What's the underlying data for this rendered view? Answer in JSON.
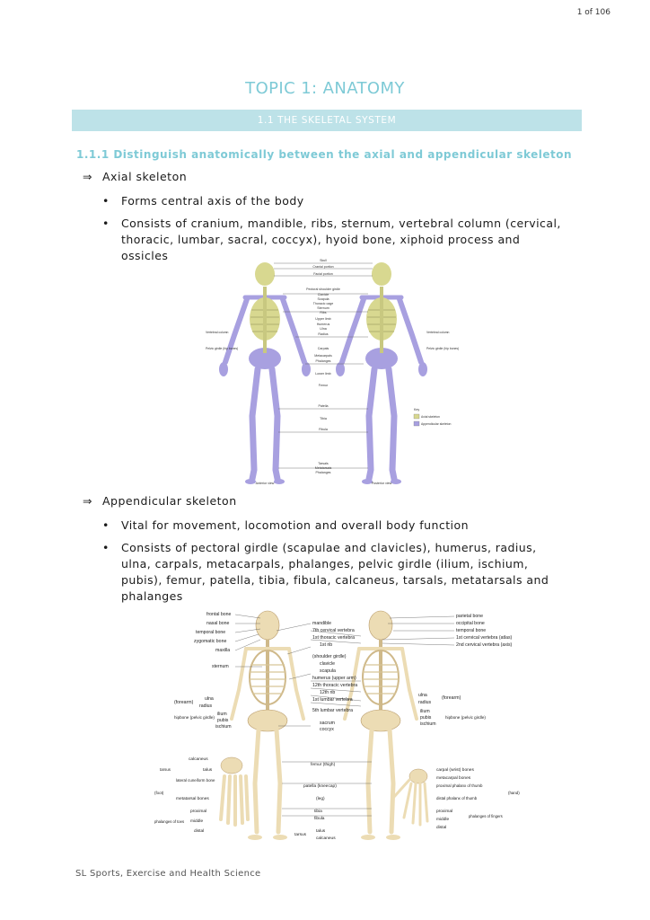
{
  "page_number": "1 of 106",
  "title": "TOPIC 1: ANATOMY",
  "section": "1.1 THE SKELETAL SYSTEM",
  "subheading": "1.1.1 Distinguish anatomically between the axial and appendicular skeleton",
  "axial": {
    "heading": "Axial skeleton",
    "bullets": [
      "Forms central axis of the body",
      "Consists of cranium, mandible, ribs, sternum, vertebral column (cervical, thoracic, lumbar, sacral, coccyx), hyoid bone, xiphoid process and ossicles"
    ]
  },
  "appendicular": {
    "heading": "Appendicular skeleton",
    "bullets": [
      "Vital for movement, locomotion and overall body function",
      "Consists of pectoral girdle (scapulae and clavicles), humerus, radius, ulna, carpals, metacarpals, phalanges, pelvic girdle (ilium, ischium, pubis), femur, patella, tibia, fibula, calcaneus, tarsals, metatarsals and phalanges"
    ]
  },
  "figure1": {
    "labels": [
      "Skull",
      "Cranial portion",
      "Facial portion",
      "Pectoral shoulder girdle",
      "Clavicle",
      "Scapula",
      "Thoracic cage",
      "Sternum",
      "Ribs",
      "Upper limb",
      "Humerus",
      "Ulna",
      "Radius",
      "Carpals",
      "Metacarpals",
      "Phalanges",
      "Lower limb",
      "Femur",
      "Patella",
      "Tibia",
      "Fibula",
      "Tarsals",
      "Metatarsals",
      "Phalanges"
    ],
    "left_labels": [
      "Vertebral column",
      "Pelvic girdle (hip bones)"
    ],
    "right_labels": [
      "Vertebral column",
      "Pelvic girdle (hip bones)"
    ],
    "key_title": "Key",
    "key_items": [
      {
        "label": "Axial skeleton",
        "color": "#d8d890"
      },
      {
        "label": "Appendicular skeleton",
        "color": "#a8a0e0"
      }
    ],
    "caption_left": "Anterior view",
    "caption_right": "Posterior view"
  },
  "figure2": {
    "left_labels": [
      "frontal bone",
      "nasal bone",
      "temporal bone",
      "zygomatic bone",
      "maxilla",
      "sternum",
      "ulna",
      "radius",
      "ilium",
      "pubis",
      "ischium"
    ],
    "center_labels": [
      "mandible",
      "7th cervical vertebra",
      "1st thoracic vertebra",
      "1st rib",
      "(shoulder girdle)",
      "clavicle",
      "scapula",
      "humerus (upper arm)",
      "12th thoracic vertebra",
      "12th rib",
      "1st lumbar vertebra",
      "5th lumbar vertebra",
      "sacrum",
      "coccyx"
    ],
    "right_labels": [
      "parietal bone",
      "occipital bone",
      "temporal bone",
      "1st cervical vertebra (atlas)",
      "2nd cervical vertebra (axis)",
      "ulna",
      "radius",
      "ilium",
      "pubis",
      "ischium"
    ],
    "group_labels": [
      "(forearm)",
      "hipbone (pelvic girdle)",
      "(forearm)",
      "hipbone (pelvic girdle)"
    ],
    "foot_labels": [
      "calcaneus",
      "talus",
      "lateral cuneiform bone",
      "metatarsal bones",
      "proximal",
      "middle",
      "distal"
    ],
    "foot_groups": [
      "tarsus",
      "(foot)",
      "phalanges of toes"
    ],
    "leg_labels": [
      "femur (thigh)",
      "patella (kneecap)",
      "(leg)",
      "tibia",
      "fibula",
      "talus",
      "calcaneus"
    ],
    "tarsus_label": "tarsus",
    "hand_labels": [
      "carpal (wrist) bones",
      "metacarpal bones",
      "proximal phalanx of thumb",
      "distal phalanx of thumb",
      "proximal",
      "middle",
      "distal"
    ],
    "hand_groups": [
      "phalanges of fingers",
      "(hand)"
    ]
  },
  "footer": "SL Sports, Exercise and Health Science",
  "colors": {
    "accent": "#7ecad6",
    "bar": "#bde2e8",
    "appendicular": "#a8a0e0",
    "axial": "#d8d890",
    "bone": "#ecdcb4"
  }
}
